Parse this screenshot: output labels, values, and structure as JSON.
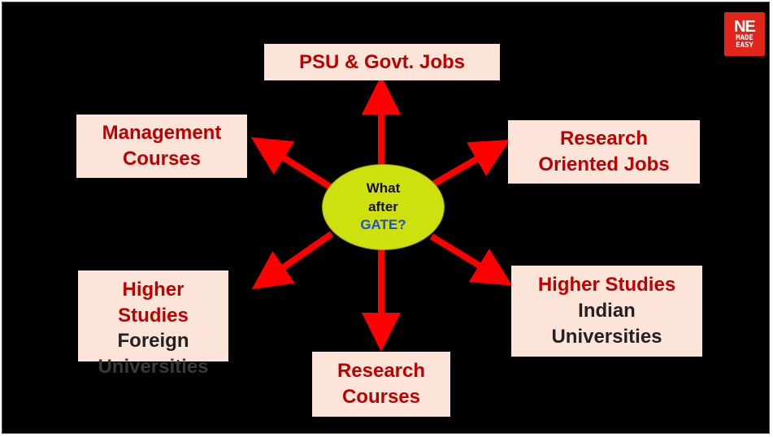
{
  "logo": {
    "mark": "NE",
    "line1": "MADE",
    "line2": "EASY"
  },
  "center": {
    "line1": "What",
    "line2": "after",
    "line3": "GATE?"
  },
  "nodes": {
    "psu": {
      "line1": "PSU & Govt. Jobs"
    },
    "management": {
      "line1": "Management",
      "line2": "Courses"
    },
    "research_jobs": {
      "line1": "Research",
      "line2": "Oriented Jobs"
    },
    "higher_foreign": {
      "line1": "Higher",
      "line2": "Studies",
      "line3": "Foreign",
      "line4": "Universities"
    },
    "higher_indian": {
      "line1": "Higher Studies",
      "line2": "Indian",
      "line3": "Universities"
    },
    "research_courses": {
      "line1": "Research",
      "line2": "Courses"
    }
  },
  "colors": {
    "background": "#000000",
    "box": "#fde4d8",
    "arrow": "#ff0000",
    "center": "#cfe00f",
    "accent": "#c00000"
  }
}
